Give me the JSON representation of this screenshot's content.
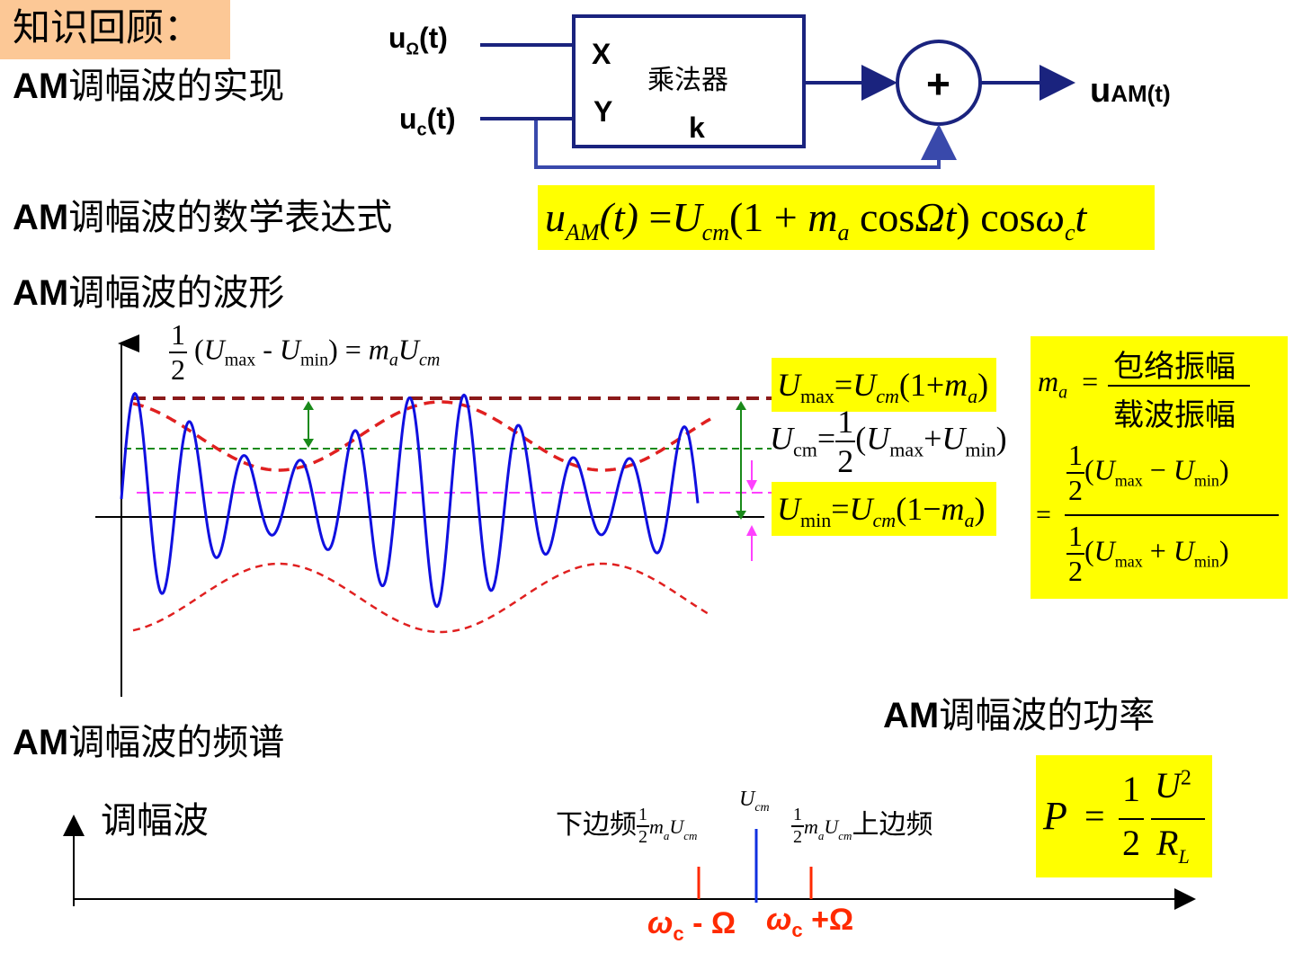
{
  "title": "知识回顾：",
  "headings": {
    "realization": {
      "am": "AM",
      "cn": "调幅波的实现"
    },
    "expression": {
      "am": "AM",
      "cn": "调幅波的数学表达式"
    },
    "waveform": {
      "am": "AM",
      "cn": "调幅波的波形"
    },
    "spectrum": {
      "am": "AM",
      "cn": "调幅波的频谱"
    },
    "power": {
      "am": "AM",
      "cn": "调幅波的功率"
    }
  },
  "block_diagram": {
    "input_omega": {
      "u": "u",
      "sub": "Ω",
      "arg": "(t)"
    },
    "input_c": {
      "u": "u",
      "sub": "c",
      "arg": "(t)"
    },
    "port_x": "X",
    "port_y": "Y",
    "multiplier_label": "乘法器",
    "gain_label": "k",
    "adder_symbol": "+",
    "output": {
      "u": "u",
      "sub": "AM(t)"
    }
  },
  "expression_formula": {
    "lhs_var": "u",
    "lhs_sub": "AM",
    "lhs_arg": "(t)",
    "eq": "=",
    "U": "U",
    "U_sub": "cm",
    "paren_open": "(1 + ",
    "m": "m",
    "m_sub": "a",
    "cos1": "cos",
    "omega_t": "Ωt",
    "paren_close": ")",
    "cos2": "cos",
    "w": "ω",
    "w_sub": "c",
    "t": "t"
  },
  "waveform": {
    "top_formula": {
      "half_num": "1",
      "half_den": "2",
      "lp": "(",
      "U1": "U",
      "s1": "max",
      "minus": " - ",
      "U2": "U",
      "s2": "min",
      "rp": ")",
      "eq": " = ",
      "m": "m",
      "m_sub": "a",
      "U3": "U",
      "s3": "cm"
    },
    "umax_formula": {
      "U": "U",
      "sub": "max",
      "eq": "=",
      "U2": "U",
      "sub2": "cm",
      "rest": "(1+",
      "m": "m",
      "m_sub": "a",
      "close": ")"
    },
    "ucm_formula": {
      "U": "U",
      "sub": "cm",
      "eq": "=",
      "num": "1",
      "den": "2",
      "lp": "(",
      "U1": "U",
      "s1": "max",
      "plus": "+",
      "U2": "U",
      "s2": "min",
      "rp": ")"
    },
    "umin_formula": {
      "U": "U",
      "sub": "min",
      "eq": "=",
      "U2": "U",
      "sub2": "cm",
      "rest": "(1−",
      "m": "m",
      "m_sub": "a",
      "close": ")"
    },
    "ma_box": {
      "m": "m",
      "m_sub": "a",
      "eq": "=",
      "num_text": "包络振幅",
      "den_text": "载波振幅",
      "eq2": "=",
      "upper": {
        "num": "1",
        "den": "2",
        "lp": "(",
        "U1": "U",
        "s1": "max",
        "op": " − ",
        "U2": "U",
        "s2": "min",
        "rp": ")"
      },
      "lower": {
        "num": "1",
        "den": "2",
        "lp": "(",
        "U1": "U",
        "s1": "max",
        "op": " + ",
        "U2": "U",
        "s2": "min",
        "rp": ")"
      }
    }
  },
  "spectrum": {
    "axis_label": "调幅波",
    "lower_label": "下边频",
    "upper_label": "上边频",
    "side_amp": {
      "num": "1",
      "den": "2",
      "m": "m",
      "m_sub": "a",
      "U": "U",
      "U_sub": "cm"
    },
    "carrier_amp": {
      "U": "U",
      "U_sub": "cm"
    },
    "freq_lower": {
      "w": "ω",
      "sub": "c",
      "op": " - Ω"
    },
    "freq_upper": {
      "w": "ω",
      "sub": "c",
      "op": " +Ω"
    }
  },
  "power_formula": {
    "P": "P",
    "eq": "=",
    "num": "1",
    "den": "2",
    "U": "U",
    "exp": "2",
    "R": "R",
    "R_sub": "L"
  },
  "colors": {
    "title_bg": "#fcc896",
    "highlight": "#ffff00",
    "diagram_blue": "#1a237e",
    "feedback_blue": "#3949ab",
    "wave_blue": "#1010e0",
    "envelope_red": "#e02020",
    "max_line": "#8b1a1a",
    "ucm_line": "#1a8a1a",
    "umin_line": "#ff40ff",
    "freq_red": "#ff2a00",
    "carrier_blue": "#1030e0"
  }
}
